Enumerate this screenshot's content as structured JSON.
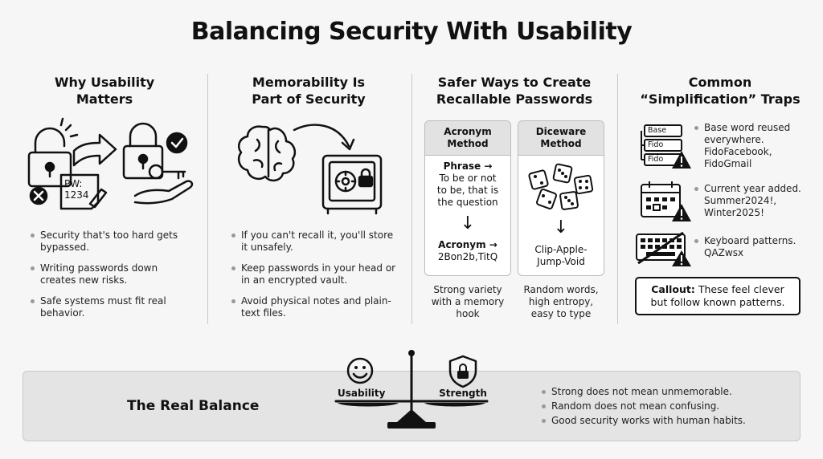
{
  "title": "Balancing Security With Usability",
  "columns": {
    "usability": {
      "heading_line1": "Why Usability",
      "heading_line2": "Matters",
      "note_line1": "PW:",
      "note_line2": "1234",
      "bullets": [
        "Security that's too hard gets bypassed.",
        "Writing passwords down creates new risks.",
        "Safe systems must fit real behavior."
      ]
    },
    "memorability": {
      "heading_line1": "Memorability Is",
      "heading_line2": "Part of Security",
      "bullets": [
        "If you can't recall it, you'll store it unsafely.",
        "Keep passwords in your head or in an encrypted vault.",
        "Avoid physical notes and plain-text files."
      ]
    },
    "safer": {
      "heading_line1": "Safer Ways to Create",
      "heading_line2": "Recallable Passwords",
      "acronym": {
        "head_line1": "Acronym",
        "head_line2": "Method",
        "phrase_label": "Phrase →",
        "phrase_line1": "To be or not",
        "phrase_line2": "to be, that is",
        "phrase_line3": "the question",
        "arrow": "↓",
        "result_label": "Acronym →",
        "result": "2Bon2b,TitQ",
        "caption_line1": "Strong variety",
        "caption_line2": "with a memory",
        "caption_line3": "hook"
      },
      "diceware": {
        "head_line1": "Diceware",
        "head_line2": "Method",
        "arrow": "↓",
        "result_line1": "Clip-Apple-",
        "result_line2": "Jump-Void",
        "caption_line1": "Random words,",
        "caption_line2": "high entropy,",
        "caption_line3": "easy to type"
      }
    },
    "traps": {
      "heading_line1": "Common",
      "heading_line2": "“Simplification” Traps",
      "box_words": [
        "Base",
        "Fido",
        "Fido"
      ],
      "items": [
        {
          "line1": "Base word reused",
          "line2": "everywhere.",
          "line3": "FidoFacebook,",
          "line4": "FidoGmail"
        },
        {
          "line1": "Current year added.",
          "line2": "Summer2024!,",
          "line3": "Winter2025!"
        },
        {
          "line1": "Keyboard patterns.",
          "line2": "QAZwsx"
        }
      ],
      "callout_label": "Callout:",
      "callout_text1": " These feel clever",
      "callout_text2": "but follow known patterns."
    }
  },
  "balance": {
    "title": "The Real Balance",
    "left_label": "Usability",
    "right_label": "Strength",
    "bullets": [
      "Strong does not mean unmemorable.",
      "Random does not mean confusing.",
      "Good security works with human habits."
    ]
  }
}
